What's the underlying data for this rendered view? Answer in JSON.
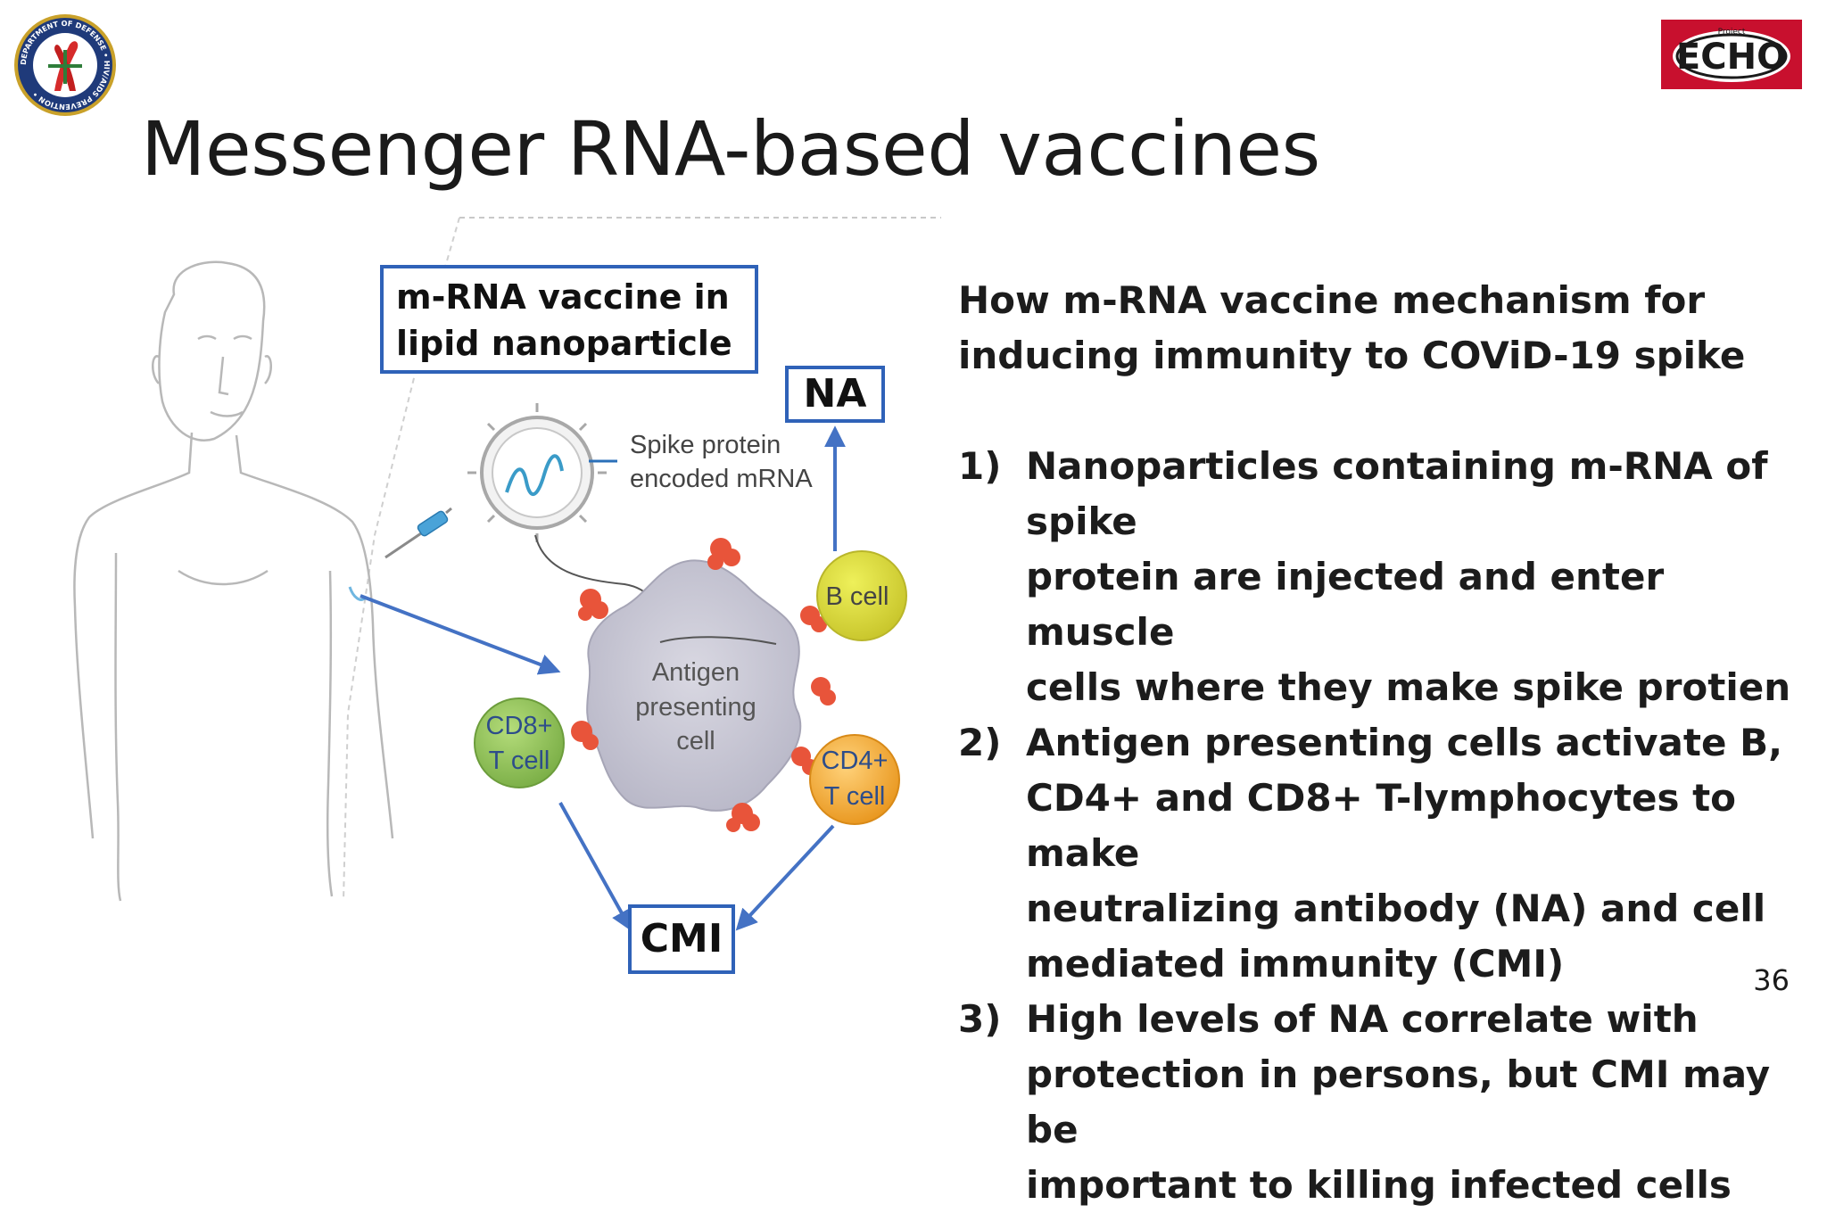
{
  "slide": {
    "title": "Messenger RNA-based vaccines",
    "page_number": "36"
  },
  "logos": {
    "seal_text": "DEPARTMENT OF DEFENSE • HIV/AIDS PREVENTION •",
    "echo_small": "Project",
    "echo_main": "ECHO"
  },
  "diagram": {
    "box_vaccine_line1": "m-RNA vaccine in",
    "box_vaccine_line2": "lipid nanoparticle",
    "box_na": "NA",
    "box_cmi": "CMI",
    "spike_label_line1": "Spike protein",
    "spike_label_line2": "encoded mRNA",
    "apc_line1": "Antigen",
    "apc_line2": "presenting",
    "apc_line3": "cell",
    "bcell": "B cell",
    "cd8_line1": "CD8+",
    "cd8_line2": "T cell",
    "cd4_line1": "CD4+",
    "cd4_line2": "T cell",
    "colors": {
      "arrow_blue": "#4472c4",
      "box_border": "#2f62b8",
      "bcell_fill": "#d8d837",
      "cd8_fill": "#8cc152",
      "cd4_fill": "#f5a623",
      "apc_fill": "#c9c8d4",
      "spike_red": "#e8543a"
    }
  },
  "text": {
    "intro_line1": "How m-RNA vaccine mechanism for",
    "intro_line2": "inducing immunity to COViD-19 spike",
    "steps": [
      {
        "num": "1)",
        "lines": [
          "Nanoparticles containing m-RNA of spike",
          "protein are injected and enter muscle",
          "cells where they make spike protien"
        ]
      },
      {
        "num": "2)",
        "lines": [
          "Antigen presenting cells activate B,",
          "CD4+ and CD8+ T-lymphocytes to make",
          "neutralizing antibody (NA) and cell",
          "mediated immunity (CMI)"
        ]
      },
      {
        "num": "3)",
        "lines": [
          "High levels of NA correlate with",
          "protection in persons, but CMI may be",
          "important to killing infected cells"
        ]
      }
    ]
  }
}
